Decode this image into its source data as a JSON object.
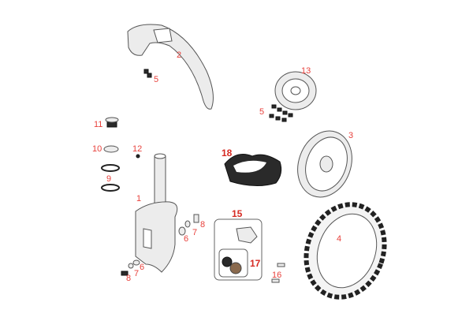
{
  "diagram": {
    "colors": {
      "label": "#e8413c",
      "label_bold": "#d62a22",
      "line": "#555555"
    },
    "parts": [
      {
        "id": "fender",
        "label": "2"
      },
      {
        "id": "fender-screws",
        "label": "5"
      },
      {
        "id": "brake-disc",
        "label": "13"
      },
      {
        "id": "disc-screws",
        "label": "5"
      },
      {
        "id": "headset-nut",
        "label": "11"
      },
      {
        "id": "headset-cup",
        "label": "10"
      },
      {
        "id": "small-screw",
        "label": "12"
      },
      {
        "id": "bearings",
        "label": "9"
      },
      {
        "id": "rim",
        "label": "3"
      },
      {
        "id": "inner-tube",
        "label": "18"
      },
      {
        "id": "fork",
        "label": "1"
      },
      {
        "id": "brake-caliper",
        "label": "15"
      },
      {
        "id": "axle-bolt-right",
        "label": "8"
      },
      {
        "id": "washer-right",
        "label": "7"
      },
      {
        "id": "spacer-right",
        "label": "6"
      },
      {
        "id": "tire",
        "label": "4"
      },
      {
        "id": "brake-pads",
        "label": "17"
      },
      {
        "id": "spacer-left",
        "label": "6"
      },
      {
        "id": "washer-left",
        "label": "7"
      },
      {
        "id": "axle-bolt-left",
        "label": "8"
      },
      {
        "id": "caliper-bolts",
        "label": "16"
      }
    ]
  }
}
